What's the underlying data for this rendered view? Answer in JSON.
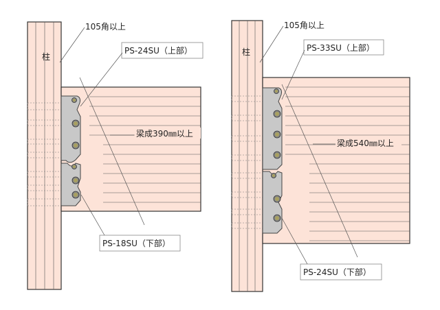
{
  "left": {
    "column_label": "柱",
    "column_size": "105角以上",
    "upper_hardware": "PS-24SU（上部）",
    "beam_depth": "梁成390㎜以上",
    "lower_hardware": "PS-18SU（下部）"
  },
  "right": {
    "column_label": "柱",
    "column_size": "105角以上",
    "upper_hardware": "PS-33SU（上部）",
    "beam_depth": "梁成540㎜以上",
    "lower_hardware": "PS-24SU（下部）"
  },
  "colors": {
    "wood": "#fde3d8",
    "plate": "#c8c8c8",
    "bolt": "#a8a060"
  }
}
